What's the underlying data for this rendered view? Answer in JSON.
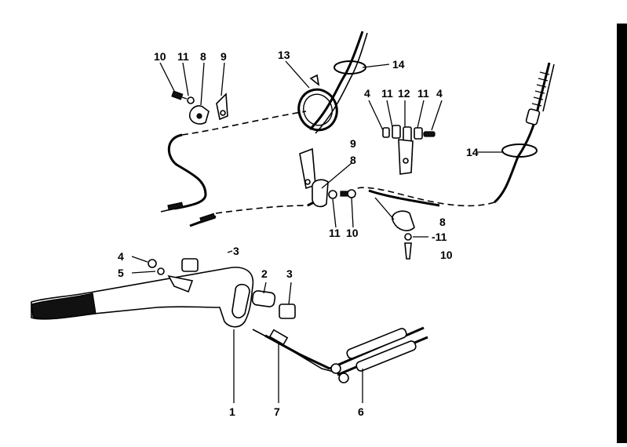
{
  "diagram": {
    "callouts": [
      "10",
      "11",
      "8",
      "9",
      "13",
      "14",
      "4",
      "11",
      "12",
      "11",
      "4",
      "14",
      "9",
      "8",
      "11",
      "10",
      "8",
      "-11",
      "10",
      "4",
      "5",
      "3",
      "2",
      "3",
      "1",
      "7",
      "6"
    ]
  },
  "colors": {
    "ink": "#000000",
    "paper": "#ffffff"
  }
}
